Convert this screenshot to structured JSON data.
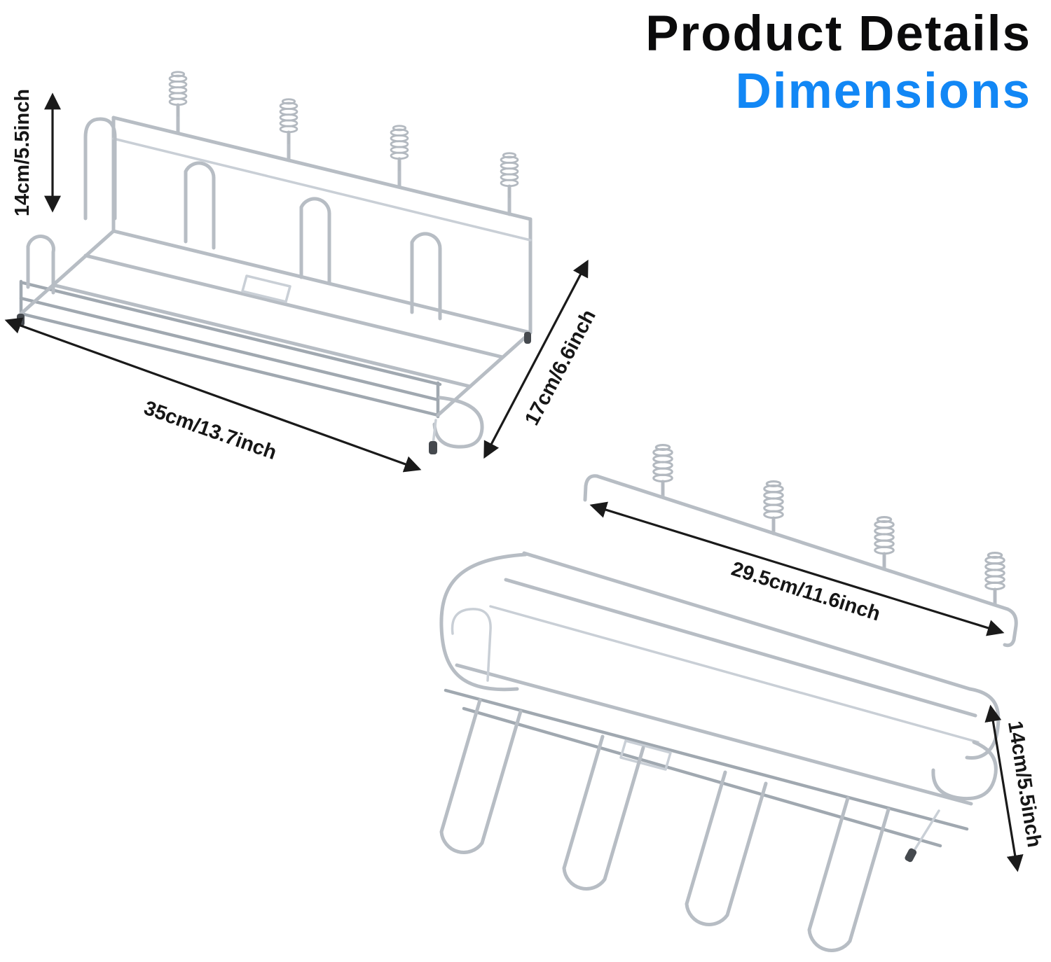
{
  "title": {
    "line1": "Product Details",
    "line2": "Dimensions"
  },
  "colors": {
    "accent_blue": "#1287F5",
    "ink": "#161616",
    "wire_chrome": "#b7bdc4"
  },
  "rack_top": {
    "name": "grill rack front perspective view",
    "height_label": "14cm/5.5inch",
    "length_label": "35cm/13.7inch",
    "depth_label": "17cm/6.6inch"
  },
  "rack_bottom": {
    "name": "grill rack underside perspective view",
    "length_label": "29.5cm/11.6inch",
    "height_label": "14cm/5.5inch"
  }
}
